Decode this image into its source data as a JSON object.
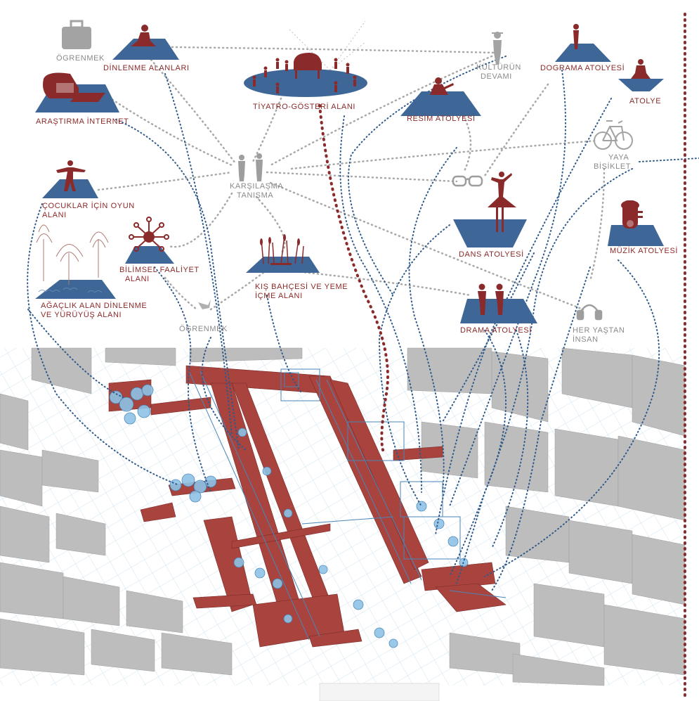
{
  "colors": {
    "accent_red": "#8b2a2a",
    "platform_blue": "#3e6797",
    "connector_gray": "#a8a8a8",
    "connector_blue": "#2f5a8a",
    "building_gray": "#b9b9b9",
    "plan_blue": "#7fb3d6"
  },
  "nodes": {
    "ogrenmek_top": {
      "label": "ÖGRENMEK",
      "icon": "suitcase-icon"
    },
    "dinlenme": {
      "label": "DİNLENME ALANLARI",
      "icon": "resting-person-icon"
    },
    "arastirma": {
      "label": "ARAŞTIRMA İNTERNET",
      "icon": "computer-icon"
    },
    "tiyatro": {
      "label": "TİYATRO-GÖSTERİ ALANI",
      "icon": "piano-icon"
    },
    "kultur": {
      "line1": "KÜLTÜRÜN",
      "line2": "DEVAMI",
      "icon": "standing-person-icon"
    },
    "dograma": {
      "label": "DOGRAMA ATOLYESİ",
      "icon": "standing-person-icon"
    },
    "atolye": {
      "label": "ATOLYE",
      "icon": "seated-person-icon"
    },
    "resim": {
      "label": "RESİM ATOLYESİ",
      "icon": "painter-icon"
    },
    "bisiklet": {
      "line1": "YAYA",
      "line2": "BİSİKLET",
      "icon": "bicycle-icon"
    },
    "karsilasma": {
      "line1": "KARŞILAŞMA",
      "line2": "TANIŞMA",
      "icon": "two-people-icon"
    },
    "gozluk": {
      "icon": "glasses-icon"
    },
    "cocuk": {
      "line1": "ÇOCUKLAR İÇİN OYUN",
      "line2": "ALANI",
      "icon": "child-icon"
    },
    "dans": {
      "label": "DANS ATOLYESİ",
      "icon": "ballerina-icon"
    },
    "muzik": {
      "label": "MÜZİK ATOLYESİ",
      "icon": "tuba-icon"
    },
    "bilimsel": {
      "line1": "BİLİMSEL FAALİYET",
      "line2": "ALANI",
      "icon": "molecule-icon"
    },
    "kis": {
      "line1": "KIŞ BAHÇESİ VE YEME",
      "line2": "İÇME ALANI",
      "icon": "reeds-icon"
    },
    "agaclik": {
      "line1": "AĞAÇLIK ALAN DİNLENME",
      "line2": "VE YÜRÜYÜŞ ALANI",
      "icon": "trees-icon"
    },
    "ogrenmek_mid": {
      "label": "ÖGRENMEK",
      "icon": "bird-icon"
    },
    "drama": {
      "label": "DRAMA ATOLYESİ",
      "icon": "two-people-icon"
    },
    "her_yas": {
      "line1": "HER YAŞTAN",
      "line2": "İNSAN",
      "icon": "headphones-icon"
    }
  }
}
